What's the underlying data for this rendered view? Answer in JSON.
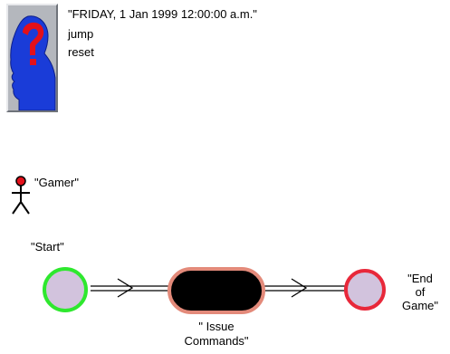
{
  "header": {
    "datetime": "\"FRIDAY, 1 Jan 1999  12:00:00 a.m.\"",
    "commands": [
      "jump",
      "reset"
    ]
  },
  "actor": {
    "label": "\"Gamer\""
  },
  "states": {
    "start": {
      "label": "\"Start\""
    },
    "activity": {
      "label_line1": "\"  Issue",
      "label_line2": "Commands\""
    },
    "end": {
      "label_line1": "\"End",
      "label_line2": "of",
      "label_line3": "Game\""
    }
  },
  "colors": {
    "start_ring": "#2ee82e",
    "end_ring": "#e8283a",
    "state_fill": "#d2c3dd",
    "activity_ring": "#e38a7a",
    "activity_fill": "#000000",
    "portrait_bg": "#b4b7bd",
    "head": "#1a3cd8",
    "question_mark": "#e3101a"
  },
  "icons": {
    "portrait": "head-question-mark-icon",
    "actor": "stick-figure-icon"
  }
}
